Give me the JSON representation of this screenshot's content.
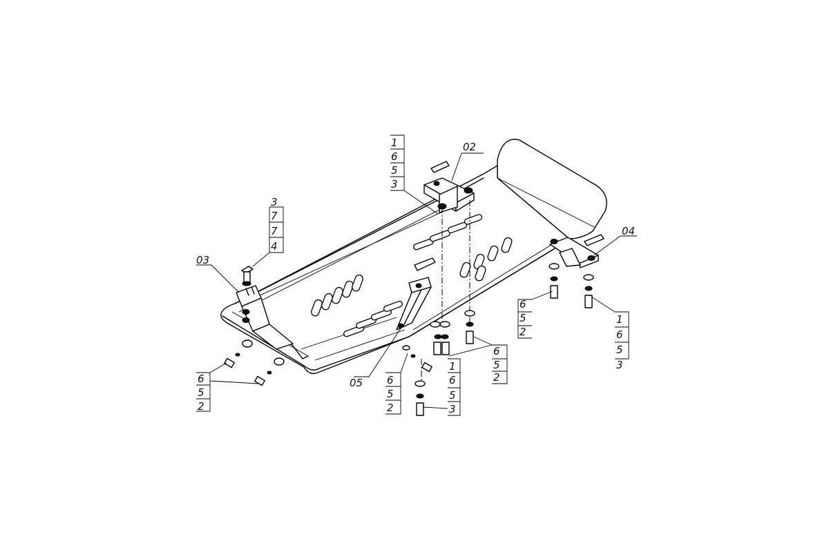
{
  "diagram": {
    "part_labels": {
      "bracket_top": "02",
      "bracket_left": "03",
      "bracket_right": "04",
      "bracket_center": "05"
    },
    "callouts": {
      "top_center": [
        "1",
        "6",
        "5",
        "3"
      ],
      "top_left": [
        "3",
        "7",
        "7",
        "4"
      ],
      "right_mid": [
        "6",
        "5",
        "2"
      ],
      "right_far": [
        "1",
        "6",
        "5",
        "3"
      ],
      "bottom_left": [
        "6",
        "5",
        "2"
      ],
      "bottom_center_a": [
        "6",
        "5",
        "2"
      ],
      "bottom_center_b": [
        "1",
        "6",
        "5",
        "3"
      ],
      "bottom_center_c": [
        "6",
        "5",
        "2"
      ]
    }
  }
}
